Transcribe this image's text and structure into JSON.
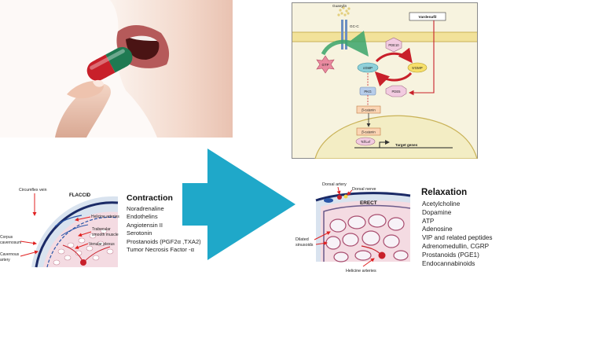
{
  "colors": {
    "arrow": "#1fa8c9",
    "pill_red": "#c8202a",
    "pill_green": "#1f7a52",
    "membrane": "#f2e29a",
    "nucleus": "#f3edc4",
    "vardenafil": "#c8202a"
  },
  "pathway": {
    "ligand": "Guanylin",
    "receptor": "GC-C",
    "drug": "Vardenafil",
    "gtp": "GTP",
    "cgmp": "cGMP",
    "pde10": "PDE10",
    "five_gmp": "5'GMP",
    "pkg": "PKG",
    "pde5": "PDE5",
    "beta_catenin_1": "β-catenin",
    "beta_catenin_2": "β-catenin",
    "tcf": "Tcf/Lef",
    "target_genes": "Target genes"
  },
  "flaccid": {
    "state_label": "FLACCID",
    "labels": {
      "circumflex_vein": "Circumflex vein",
      "helicine_arteries": "Helicine arteries",
      "trabecular_1": "Trabecular",
      "trabecular_2": "smooth muscle",
      "corpus_1": "Corpus",
      "corpus_2": "cavernosum",
      "venular_plexus": "Venular plexus",
      "cavernous_1": "Cavernous",
      "cavernous_2": "artery"
    }
  },
  "contraction": {
    "title": "Contraction",
    "items": [
      "Noradrenaline",
      "Endothelins",
      "Angiotensin II",
      "Serotonin",
      "Prostanoids (PGF2α ,TXA2)",
      "Tumor Necrosis Factor -α"
    ]
  },
  "erect": {
    "state_label": "ERECT",
    "labels": {
      "dorsal_artery": "Dorsal artery",
      "dorsal_nerve": "Dorsal nerve",
      "dilated_1": "Dilated",
      "dilated_2": "sinusoids",
      "helicine_arteries": "Helicine arteries"
    }
  },
  "relaxation": {
    "title": "Relaxation",
    "items": [
      "Acetylcholine",
      "Dopamine",
      "ATP",
      "Adenosine",
      "VIP and related peptides",
      "Adrenomedullin, CGRP",
      "Prostanoids (PGE1)",
      "Endocannabinoids"
    ]
  }
}
